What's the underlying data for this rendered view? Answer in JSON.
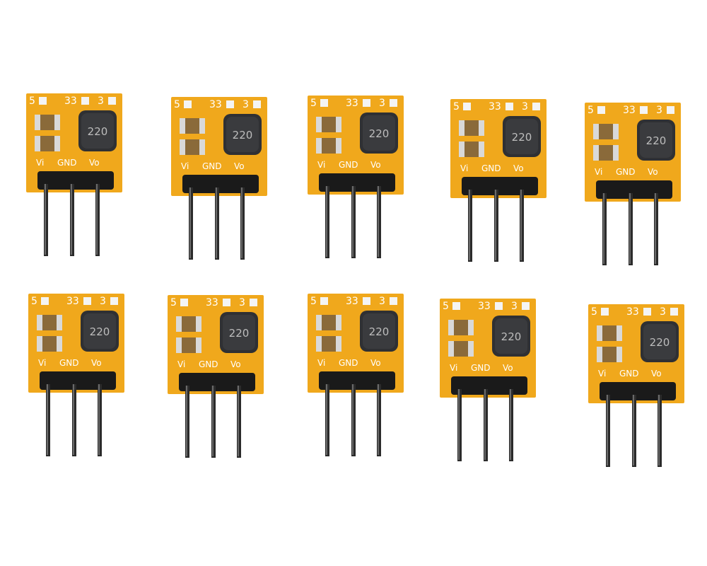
{
  "photo": {
    "background": "#ffffff",
    "board_color": "#f0a81c",
    "silkscreen_color": "#ffffff",
    "inductor_color": "#2f3033",
    "pin_color": "#1a1a1a",
    "module_count": 10,
    "modules": [
      {
        "jumpers": [
          "5",
          "33",
          "3"
        ],
        "inductor_marking": "220",
        "pins": [
          "Vi",
          "GND",
          "Vo"
        ]
      },
      {
        "jumpers": [
          "5",
          "33",
          "3"
        ],
        "inductor_marking": "220",
        "pins": [
          "Vi",
          "GND",
          "Vo"
        ]
      },
      {
        "jumpers": [
          "5",
          "33",
          "3"
        ],
        "inductor_marking": "220",
        "pins": [
          "Vi",
          "GND",
          "Vo"
        ]
      },
      {
        "jumpers": [
          "5",
          "33",
          "3"
        ],
        "inductor_marking": "220",
        "pins": [
          "Vi",
          "GND",
          "Vo"
        ]
      },
      {
        "jumpers": [
          "5",
          "33",
          "3"
        ],
        "inductor_marking": "220",
        "pins": [
          "Vi",
          "GND",
          "Vo"
        ]
      },
      {
        "jumpers": [
          "5",
          "33",
          "3"
        ],
        "inductor_marking": "220",
        "pins": [
          "Vi",
          "GND",
          "Vo"
        ]
      },
      {
        "jumpers": [
          "5",
          "33",
          "3"
        ],
        "inductor_marking": "220",
        "pins": [
          "Vi",
          "GND",
          "Vo"
        ]
      },
      {
        "jumpers": [
          "5",
          "33",
          "3"
        ],
        "inductor_marking": "220",
        "pins": [
          "Vi",
          "GND",
          "Vo"
        ]
      },
      {
        "jumpers": [
          "5",
          "33",
          "3"
        ],
        "inductor_marking": "220",
        "pins": [
          "Vi",
          "GND",
          "Vo"
        ]
      },
      {
        "jumpers": [
          "5",
          "33",
          "3"
        ],
        "inductor_marking": "220",
        "pins": [
          "Vi",
          "GND",
          "Vo"
        ]
      }
    ]
  }
}
